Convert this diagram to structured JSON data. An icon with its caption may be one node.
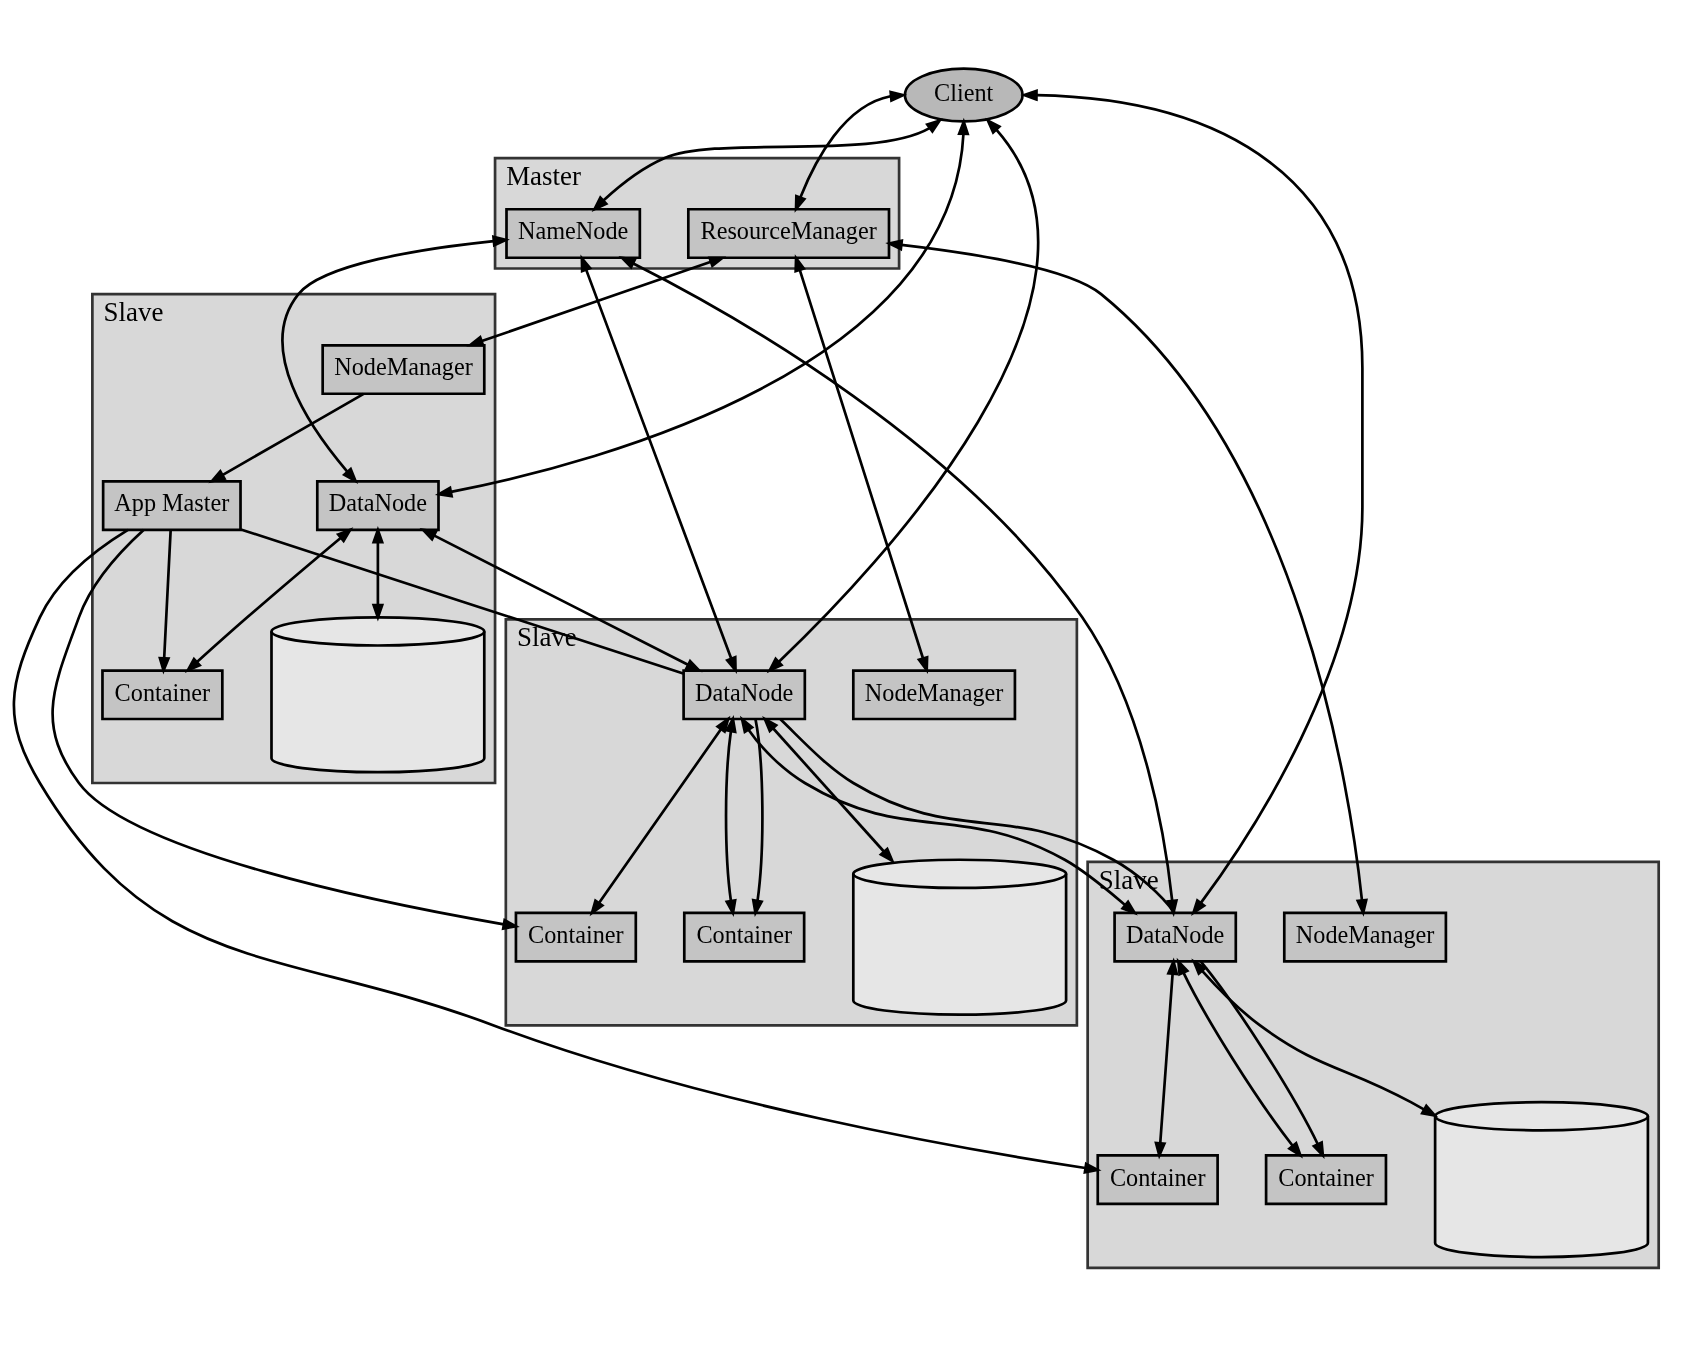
{
  "diagram": {
    "nodes": [
      {
        "text": [
          "Client"
        ]
      },
      {
        "text": [
          "Master"
        ]
      },
      {
        "text": [
          "ResourceManager"
        ],
        "in": 1
      },
      {
        "text": [
          "NameNode"
        ],
        "in": 1
      },
      {
        "text": [
          "Slave"
        ]
      },
      {
        "text": [
          "NodeManager"
        ],
        "in": 4
      },
      {
        "text": [
          "App Master"
        ],
        "in": 4
      },
      {
        "text": [
          "Container"
        ],
        "in": 4
      },
      {
        "text": [
          "DataNode"
        ],
        "in": 4
      },
      {
        "text": [],
        "shape": "cylinder",
        "in": 4
      },
      {
        "text": [
          "Slave"
        ]
      },
      {
        "text": [
          "NodeManager"
        ],
        "in": 10
      },
      {
        "text": [
          "Container"
        ],
        "in": 10
      },
      {
        "text": [
          "Container"
        ],
        "in": 10
      },
      {
        "text": [
          "DataNode"
        ],
        "in": 10
      },
      {
        "text": [],
        "shape": "cylinder",
        "in": 10
      },
      {
        "text": [
          "Slave"
        ]
      },
      {
        "text": [
          "NodeManager"
        ],
        "in": 16
      },
      {
        "text": [
          "Container"
        ],
        "in": 16
      },
      {
        "text": [
          "Container"
        ],
        "in": 16
      },
      {
        "text": [
          "DataNode"
        ],
        "in": 16
      },
      {
        "text": [],
        "shape": "cylinder",
        "in": 16
      }
    ],
    "edges": [
      {
        "from": 0,
        "to": 2,
        "arrow": "both"
      },
      {
        "from": 0,
        "to": 3,
        "arrow": "both"
      },
      {
        "from": 0,
        "to": 8,
        "arrow": "both"
      },
      {
        "from": 0,
        "to": 14,
        "arrow": "both"
      },
      {
        "from": 0,
        "to": 20,
        "arrow": "both"
      },
      {
        "from": 2,
        "to": 5,
        "arrow": "both"
      },
      {
        "from": 2,
        "to": 11,
        "arrow": "both"
      },
      {
        "from": 2,
        "to": 17,
        "arrow": "both"
      },
      {
        "from": 3,
        "to": 8,
        "arrow": "both"
      },
      {
        "from": 3,
        "to": 14,
        "arrow": "both"
      },
      {
        "from": 3,
        "to": 20,
        "arrow": "both"
      },
      {
        "from": 5,
        "to": 6,
        "arrow": "to"
      },
      {
        "from": 6,
        "to": 7,
        "arrow": "to"
      },
      {
        "from": 6,
        "to": 12,
        "arrow": "to"
      },
      {
        "from": 6,
        "to": 18,
        "arrow": "to"
      },
      {
        "from": 6,
        "to": 14,
        "arrow": "none"
      },
      {
        "from": 8,
        "to": 7,
        "arrow": "both"
      },
      {
        "from": 14,
        "to": 12,
        "arrow": "both"
      },
      {
        "from": 14,
        "to": 13,
        "arrow": "both"
      },
      {
        "from": 14,
        "to": 13,
        "arrow": "to"
      },
      {
        "from": 20,
        "to": 18,
        "arrow": "both"
      },
      {
        "from": 20,
        "to": 19,
        "arrow": "both"
      },
      {
        "from": 20,
        "to": 19,
        "arrow": "to"
      },
      {
        "from": 8,
        "to": 14,
        "arrow": "both"
      },
      {
        "from": 14,
        "to": 20,
        "arrow": "both"
      },
      {
        "from": 14,
        "to": 20,
        "arrow": "none"
      },
      {
        "from": 8,
        "to": 9,
        "arrow": "both"
      },
      {
        "from": 14,
        "to": 15,
        "arrow": "both"
      },
      {
        "from": 20,
        "to": 21,
        "arrow": "both"
      }
    ]
  }
}
